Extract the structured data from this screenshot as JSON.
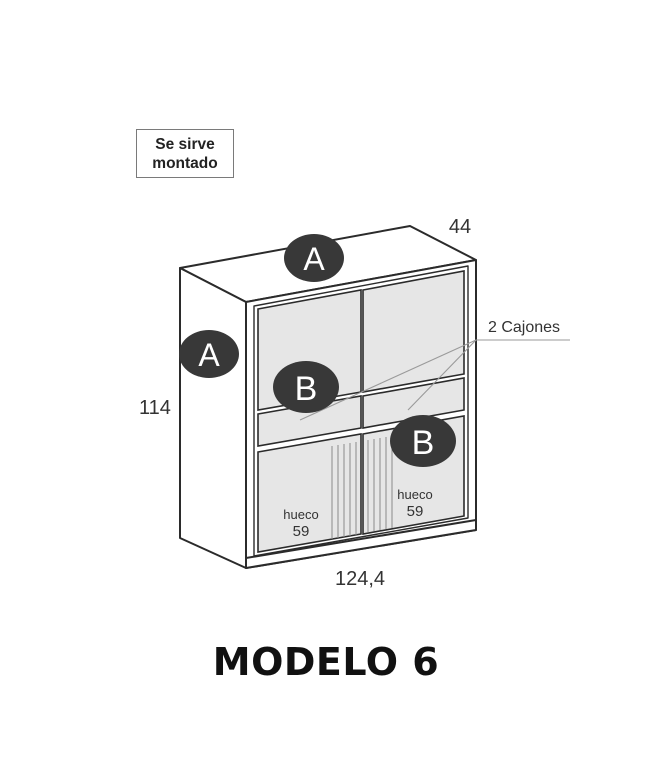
{
  "badge": {
    "line1": "Se sirve",
    "line2": "montado"
  },
  "dimensions": {
    "depth": "44",
    "height": "114",
    "width": "124,4"
  },
  "callout": {
    "drawers": "2 Cajones"
  },
  "markers": {
    "a": "A",
    "b": "B"
  },
  "compartments": {
    "left": {
      "label": "hueco",
      "value": "59"
    },
    "right": {
      "label": "hueco",
      "value": "59"
    }
  },
  "model": {
    "title": "MODELO 6"
  },
  "colors": {
    "line": "#2b2b2b",
    "panel": "#e6e6e6",
    "marker": "#383838",
    "marker_text": "#ffffff",
    "callout_line": "#9a9a9a"
  }
}
